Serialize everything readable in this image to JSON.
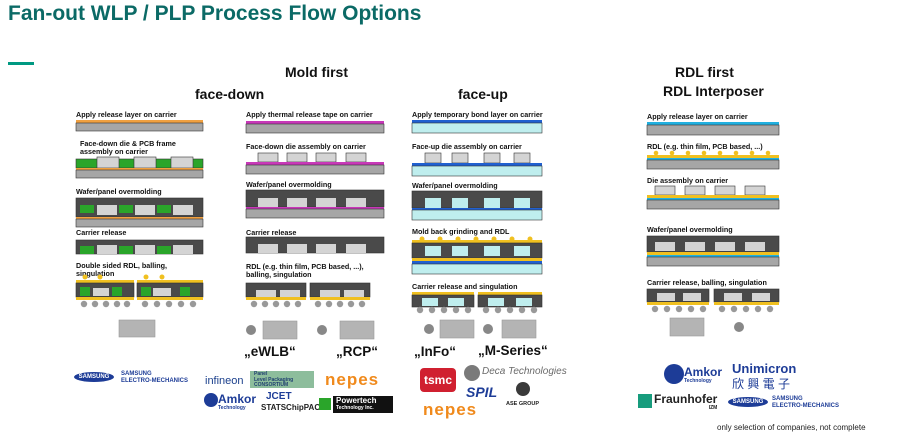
{
  "title": "Fan-out WLP / PLP Process Flow Options",
  "sections": {
    "mold_first": "Mold first",
    "face_down": "face-down",
    "face_up": "face-up",
    "rdl_first": "RDL first",
    "rdl_interposer": "RDL Interposer"
  },
  "col1_steps": [
    "Apply release layer on carrier",
    "Face-down die & PCB frame",
    "assembly on carrier",
    "Wafer/panel overmolding",
    "Carrier release",
    "Double sided RDL, balling,",
    "singulation"
  ],
  "col2_steps": [
    "Apply thermal release tape on carrier",
    "Face-down die assembly on carrier",
    "Wafer/panel overmolding",
    "Carrier release",
    "RDL (e.g. thin film, PCB based, ...),",
    "balling, singulation"
  ],
  "col3_steps": [
    "Apply temporary bond layer on carrier",
    "Face-up die assembly on carrier",
    "Wafer/panel overmolding",
    "Mold back grinding and RDL",
    "Carrier release and singulation"
  ],
  "col4_steps": [
    "Apply release layer on carrier",
    "RDL (e.g. thin film, PCB based, ...)",
    "Die assembly on carrier",
    "Wafer/panel overmolding",
    "Carrier release, balling, singulation"
  ],
  "package_names": {
    "ewlb": "„eWLB“",
    "rcp": "„RCP“",
    "info": "„InFo“",
    "mseries": "„M-Series“"
  },
  "logos": {
    "samsung": "SAMSUNG",
    "samsung_em_1": "SAMSUNG",
    "samsung_em_2": "ELECTRO-MECHANICS",
    "infineon": "infineon",
    "panel_lp_1": "Panel",
    "panel_lp_2": "Level Packaging",
    "panel_lp_3": "CONSORTIUM",
    "nepes": "nepes",
    "amkor": "Amkor",
    "amkor_sub": "Technology",
    "jcet": "JCET",
    "statschippac": "STATSChipPAC",
    "powertech_1": "Powertech",
    "powertech_2": "Technology Inc.",
    "tsmc": "tsmc",
    "deca": "Deca Technologies",
    "spil": "SPIL",
    "ase": "ASE GROUP",
    "unimicron": "Unimicron",
    "unimicron_cn": "欣 興 電 子",
    "fraunhofer": "Fraunhofer",
    "fraunhofer_sub": "IZM"
  },
  "footnote": "only selection of companies, not complete",
  "colors": {
    "title": "#0b6a66",
    "carrier": "#a6a6a6",
    "mold": "#4a4a4a",
    "die": "#d4d4d4",
    "pcb": "#2aa52a",
    "release": "#f0a040",
    "tape": "#c838b8",
    "bond": "#2060d0",
    "glass": "#bfeeee",
    "rdl": "#f0c020"
  }
}
